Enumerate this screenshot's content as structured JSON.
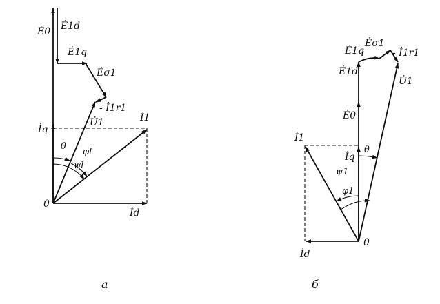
{
  "diagram_a": {
    "caption": "а",
    "labels": {
      "origin": "0",
      "E0": "Ė0",
      "E1d": "Ė1d",
      "E1q": "Ė1q",
      "Esigma1": "Ėσ1",
      "I1r1": "- İ1r1",
      "U1": "U̇1",
      "Iq": "İq",
      "I1": "İ1",
      "Id": "İd",
      "theta": "θ",
      "phi": "φl",
      "psi": "ψl"
    }
  },
  "diagram_b": {
    "caption": "б",
    "labels": {
      "origin": "0",
      "E0": "Ė0",
      "E1d": "Ė1d",
      "E1q": "Ė1q",
      "Esigma1": "Ėσ1",
      "I1r1": "- İ1r1",
      "U1": "U̇1",
      "Iq": "İq",
      "I1": "İ1",
      "Id": "İd",
      "theta": "θ",
      "phi": "φ1",
      "psi": "ψ1"
    }
  },
  "colors": {
    "ink": "#111111",
    "background": "#ffffff"
  }
}
